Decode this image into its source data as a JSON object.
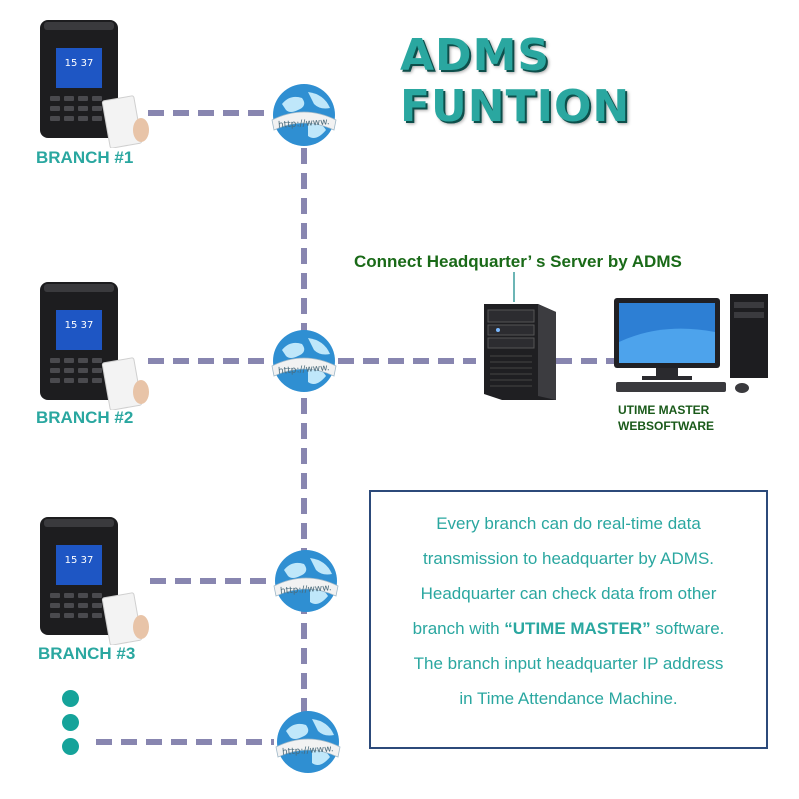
{
  "title": "ADMS FUNTION",
  "branches": [
    {
      "label": "BRANCH #1",
      "time": "15  37"
    },
    {
      "label": "BRANCH #2",
      "time": "15  37"
    },
    {
      "label": "BRANCH #3",
      "time": "15  37"
    }
  ],
  "globe_text": "http://www.",
  "server_caption": "Connect Headquarter’ s Server by ADMS",
  "pc_label": {
    "line1": "UTIME MASTER",
    "line2": "WEBSOFTWARE"
  },
  "info": {
    "line1": "Every branch can do real-time data",
    "line2": "transmission to headquarter by ADMS.",
    "line3": "Headquarter can check data from other",
    "line4_pre": "branch with ",
    "line4_highlight": "“UTIME MASTER”",
    "line4_post": " software.",
    "line5": "The branch input headquarter IP address",
    "line6": "in Time Attendance Machine."
  },
  "colors": {
    "accent": "#2aa7a0",
    "connector": "#8886b0",
    "caption": "#1a6a18",
    "box_border": "#2c4a7a"
  }
}
